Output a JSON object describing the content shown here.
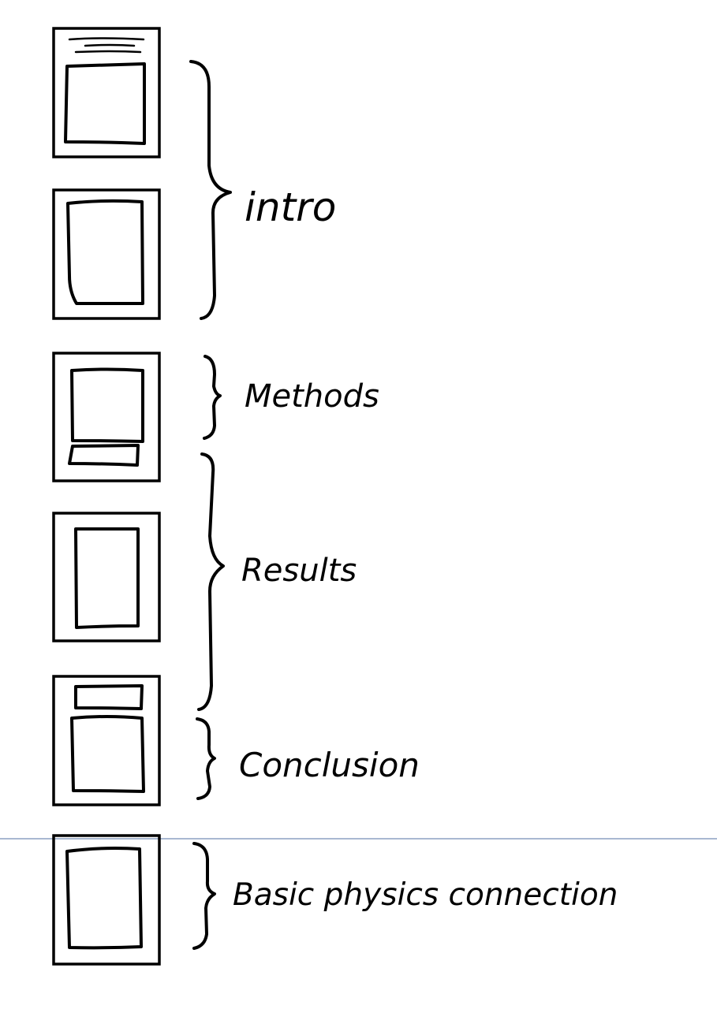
{
  "sections": [
    {
      "id": "intro",
      "label": "intro"
    },
    {
      "id": "methods",
      "label": "Methods"
    },
    {
      "id": "results",
      "label": "Results"
    },
    {
      "id": "conclusion",
      "label": "Conclusion"
    },
    {
      "id": "basic-physics",
      "label": "Basic physics connection"
    }
  ],
  "colors": {
    "ink": "#000000",
    "divider": "#a9b8d1",
    "background": "#ffffff"
  }
}
